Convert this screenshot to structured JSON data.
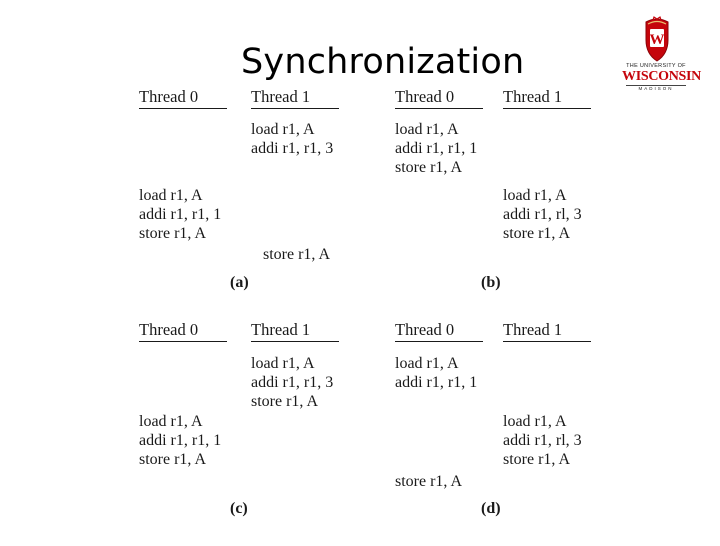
{
  "title": "Synchronization",
  "logo": {
    "line1": "THE UNIVERSITY",
    "line1b": "OF",
    "line2": "WISCONSIN",
    "line3": "MADISON",
    "crest_letter": "W",
    "crest_color": "#c5050c"
  },
  "panels": {
    "a": {
      "thread0_header": "Thread 0",
      "thread1_header": "Thread 1",
      "t1_block1": [
        "load r1, A",
        "addi r1, r1, 3"
      ],
      "t0_block": [
        "load r1, A",
        "addi r1, r1, 1",
        "store r1, A"
      ],
      "t1_block2": [
        "store r1, A"
      ],
      "caption": "(a)"
    },
    "b": {
      "thread0_header": "Thread 0",
      "thread1_header": "Thread 1",
      "t0_block": [
        "load r1, A",
        "addi r1, r1, 1",
        "store r1, A"
      ],
      "t1_block": [
        "load r1, A",
        "addi r1, rl, 3",
        "store r1, A"
      ],
      "caption": "(b)"
    },
    "c": {
      "thread0_header": "Thread 0",
      "thread1_header": "Thread 1",
      "t1_block": [
        "load r1, A",
        "addi r1, r1, 3",
        "store r1, A"
      ],
      "t0_block": [
        "load r1, A",
        "addi r1, r1, 1",
        "store r1, A"
      ],
      "caption": "(c)"
    },
    "d": {
      "thread0_header": "Thread 0",
      "thread1_header": "Thread 1",
      "t0_block1": [
        "load r1, A",
        "addi r1, r1, 1"
      ],
      "t1_block": [
        "load r1, A",
        "addi r1, rl, 3",
        "store r1, A"
      ],
      "t0_block2": [
        "store r1, A"
      ],
      "caption": "(d)"
    }
  }
}
